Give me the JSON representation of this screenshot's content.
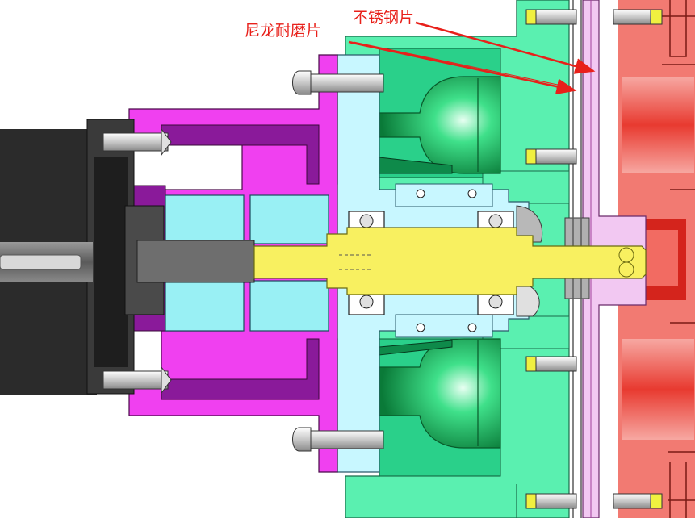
{
  "annotations": [
    {
      "id": "nylon",
      "text": "尼龙耐磨片",
      "color": "#e8201a"
    },
    {
      "id": "steel",
      "text": "不锈钢片",
      "color": "#e8201a"
    }
  ],
  "palette": {
    "motor_dark": "#2b2b2b",
    "motor_mid": "#5a5a5a",
    "shaft_grey": "#6e6e6e",
    "bracket_magenta": "#f040f0",
    "bracket_purple": "#8a1a9a",
    "coupling_cyan": "#99f0f4",
    "housing_light": "#c8f7ff",
    "casing_green": "#5af0b0",
    "impeller_green": "#12b050",
    "shaft_yellow": "#f8f060",
    "plate_pink": "#f2c8f2",
    "pump_red": "#f27a72",
    "arrow_red": "#e8201a"
  }
}
